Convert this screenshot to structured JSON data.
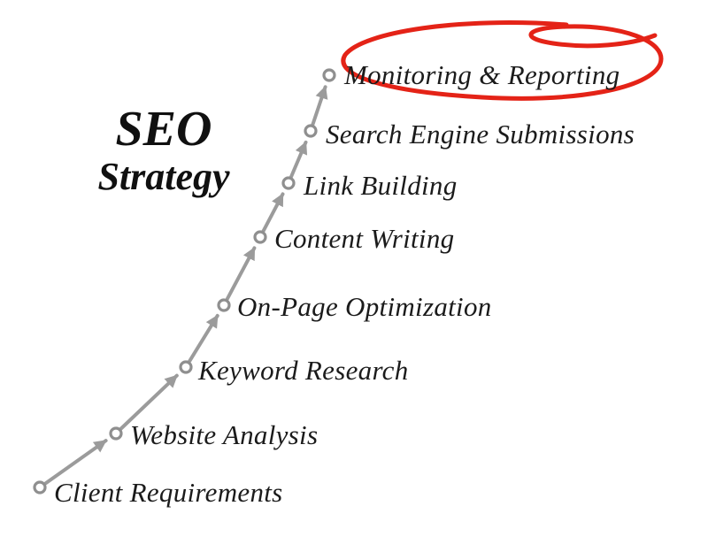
{
  "title": {
    "line1": "SEO",
    "line2": "Strategy"
  },
  "steps": [
    {
      "label": "Client Requirements"
    },
    {
      "label": "Website Analysis"
    },
    {
      "label": "Keyword Research"
    },
    {
      "label": "On-Page Optimization"
    },
    {
      "label": "Content Writing"
    },
    {
      "label": "Link Building"
    },
    {
      "label": "Search Engine Submissions"
    },
    {
      "label": "Monitoring & Reporting"
    }
  ],
  "colors": {
    "arrow": "#9b9b9b",
    "marker_stroke": "#8f8f8f",
    "marker_fill": "#ffffff",
    "highlight": "#e42317",
    "text": "#1b1b1b",
    "background": "#ffffff"
  }
}
